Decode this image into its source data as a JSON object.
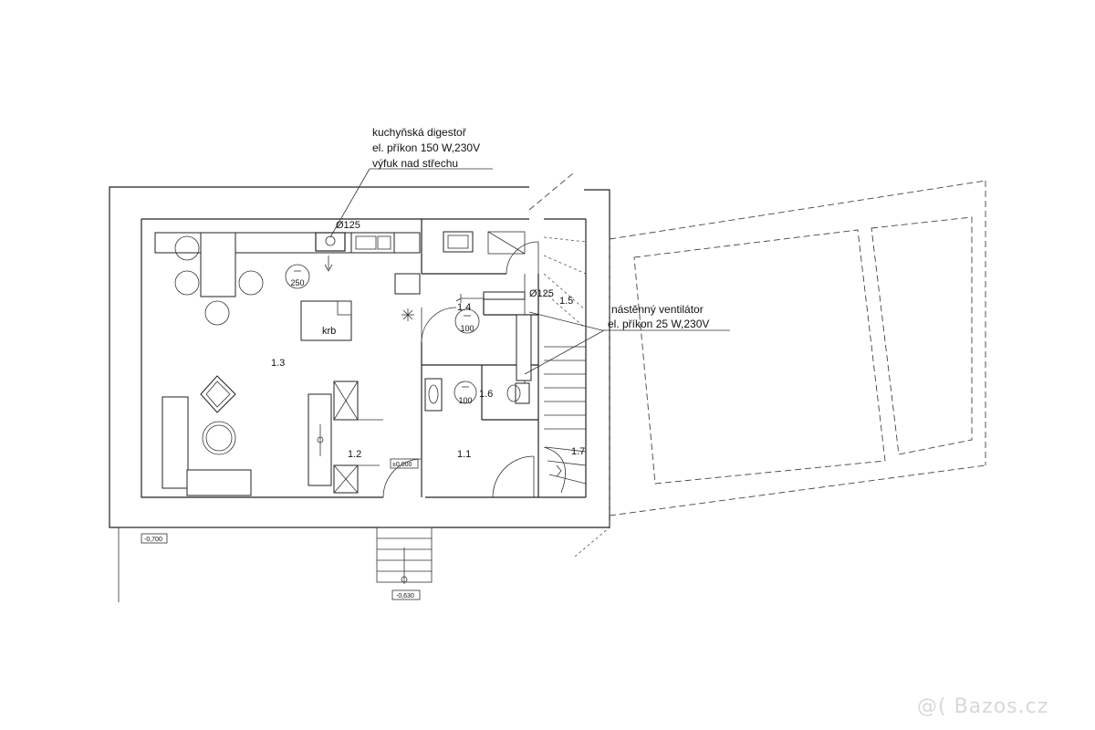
{
  "notes": {
    "hood": {
      "line1": "kuchyňská digestoř",
      "line2": "el. příkon 150 W,230V",
      "line3": "výfuk nad střechu"
    },
    "fan": {
      "line1": "nástěnný ventilátor",
      "line2": "el. příkon 25 W,230V"
    }
  },
  "pipes": {
    "kitchen": "Ø125",
    "bath": "Ø125"
  },
  "rooms": {
    "r11": "1.1",
    "r12": "1.2",
    "r13": "1.3",
    "r14": "1.4",
    "r15": "1.5",
    "r16": "1.6",
    "r17": "1.7",
    "krb": "krb"
  },
  "air_symbols": {
    "kitchen": "250",
    "bath": "100",
    "wc": "100"
  },
  "levels": {
    "main": "±0,000",
    "west": "-0,700",
    "entry": "-0,630"
  },
  "watermark": "@( Bazos.cz"
}
